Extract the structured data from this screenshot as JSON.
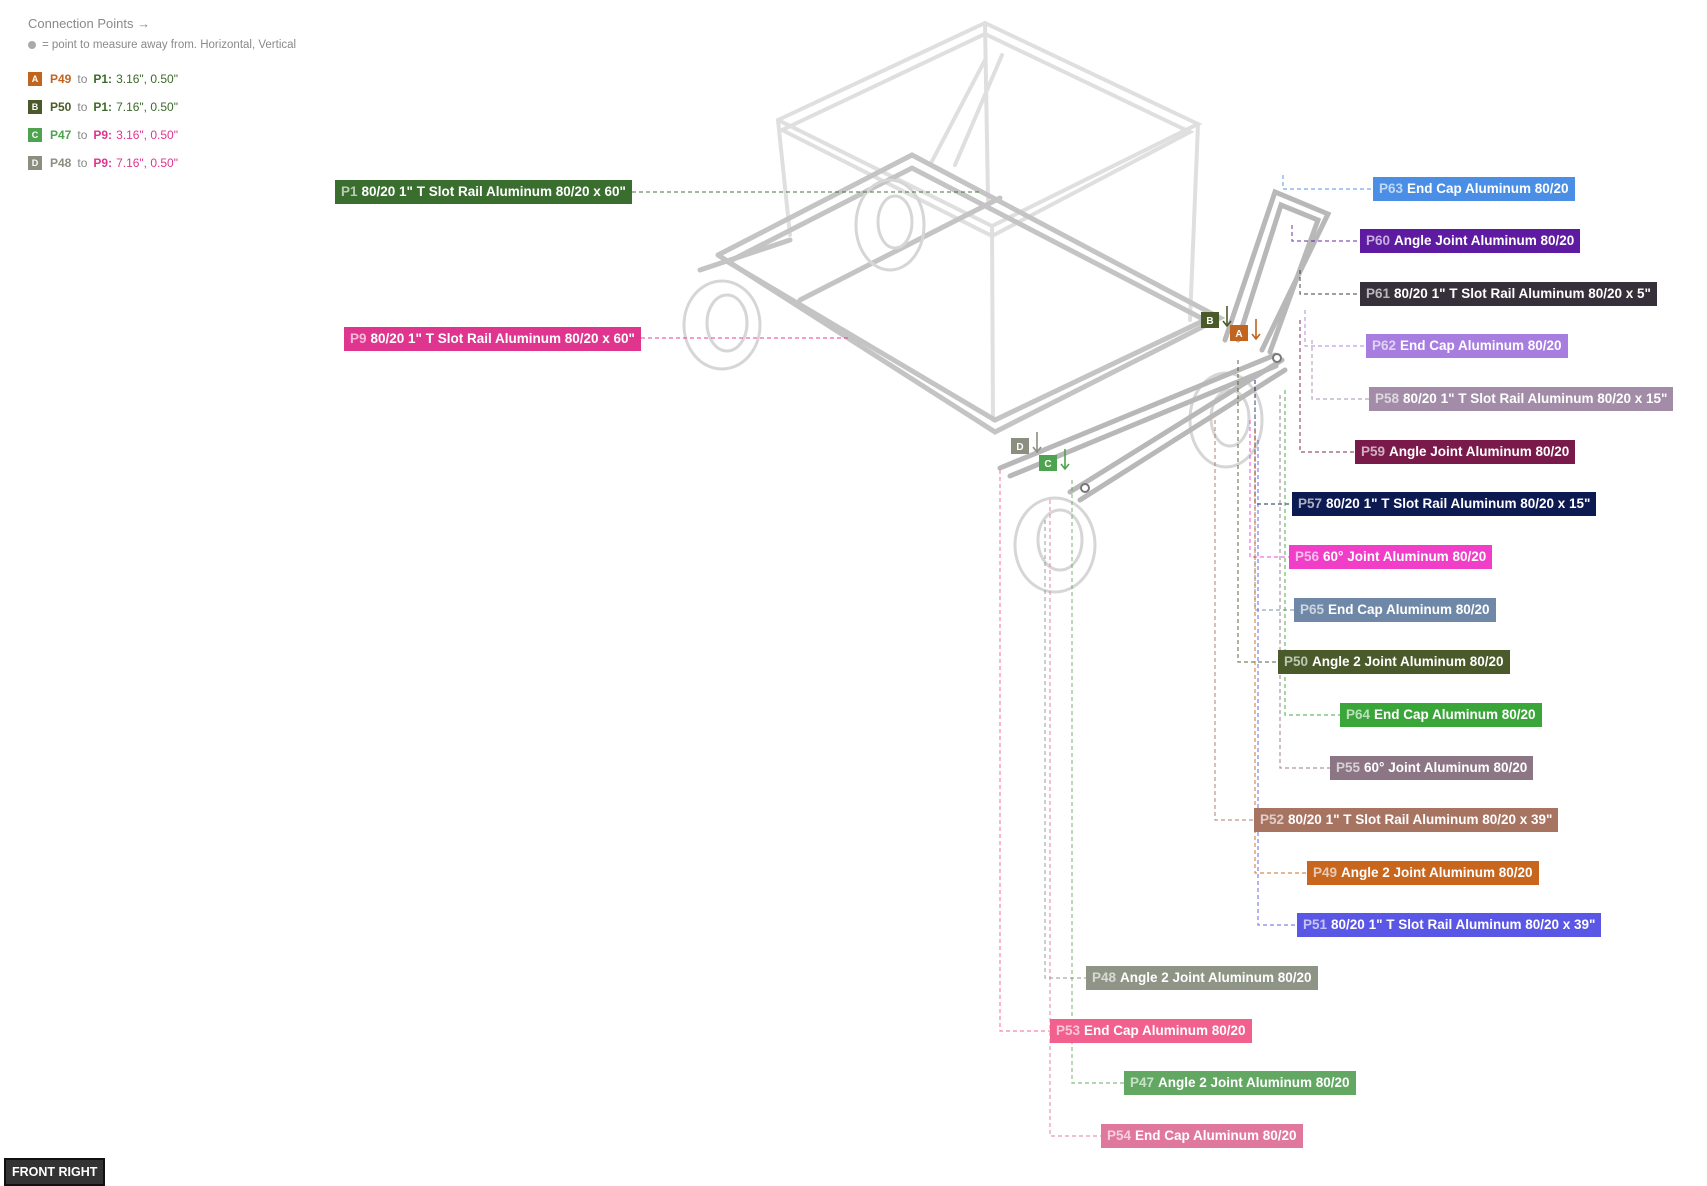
{
  "legend": {
    "title": "Connection Points →",
    "note": "= point to measure away from. Horizontal, Vertical",
    "rows": [
      {
        "badge": "A",
        "color": "#c0641e",
        "from": "P49",
        "to_word": "to",
        "target": "P1:",
        "target_color": "#3c6a2a",
        "value": "3.16\", 0.50\""
      },
      {
        "badge": "B",
        "color": "#4a5a2a",
        "from": "P50",
        "to_word": "to",
        "target": "P1:",
        "target_color": "#3c6a2a",
        "value": "7.16\", 0.50\""
      },
      {
        "badge": "C",
        "color": "#4ea34e",
        "from": "P47",
        "to_word": "to",
        "target": "P9:",
        "target_color": "#e0358f",
        "value": "3.16\", 0.50\""
      },
      {
        "badge": "D",
        "color": "#8a8f80",
        "from": "P48",
        "to_word": "to",
        "target": "P9:",
        "target_color": "#e0358f",
        "value": "7.16\", 0.50\""
      }
    ]
  },
  "parts": [
    {
      "id": "P1",
      "name": "80/20 1\" T Slot Rail Aluminum 80/20 x 60\"",
      "color": "#3a6e2f"
    },
    {
      "id": "P9",
      "name": "80/20 1\" T Slot Rail Aluminum 80/20 x 60\"",
      "color": "#e0358f"
    },
    {
      "id": "P63",
      "name": "End Cap Aluminum 80/20",
      "color": "#4a8ee6"
    },
    {
      "id": "P60",
      "name": "Angle Joint Aluminum 80/20",
      "color": "#5e1aa0"
    },
    {
      "id": "P61",
      "name": "80/20 1\" T Slot Rail Aluminum 80/20 x 5\"",
      "color": "#35303a"
    },
    {
      "id": "P62",
      "name": "End Cap Aluminum 80/20",
      "color": "#a77ee0"
    },
    {
      "id": "P58",
      "name": "80/20 1\" T Slot Rail Aluminum 80/20 x 15\"",
      "color": "#a28ca8"
    },
    {
      "id": "P59",
      "name": "Angle Joint Aluminum 80/20",
      "color": "#7a1a4a"
    },
    {
      "id": "P57",
      "name": "80/20 1\" T Slot Rail Aluminum 80/20 x 15\"",
      "color": "#0d1a52"
    },
    {
      "id": "P56",
      "name": "60° Joint Aluminum 80/20",
      "color": "#f03ec8"
    },
    {
      "id": "P65",
      "name": "End Cap Aluminum 80/20",
      "color": "#7088a8"
    },
    {
      "id": "P50",
      "name": "Angle 2 Joint Aluminum 80/20",
      "color": "#4a5a2a"
    },
    {
      "id": "P64",
      "name": "End Cap Aluminum 80/20",
      "color": "#3aa63a"
    },
    {
      "id": "P55",
      "name": "60° Joint Aluminum 80/20",
      "color": "#8c7686"
    },
    {
      "id": "P52",
      "name": "80/20 1\" T Slot Rail Aluminum 80/20 x 39\"",
      "color": "#a87462"
    },
    {
      "id": "P49",
      "name": "Angle 2 Joint Aluminum 80/20",
      "color": "#c8661e"
    },
    {
      "id": "P51",
      "name": "80/20 1\" T Slot Rail Aluminum 80/20 x 39\"",
      "color": "#5a56e6"
    },
    {
      "id": "P48",
      "name": "Angle 2 Joint Aluminum 80/20",
      "color": "#8e9486"
    },
    {
      "id": "P53",
      "name": "End Cap Aluminum 80/20",
      "color": "#f2608e"
    },
    {
      "id": "P47",
      "name": "Angle 2 Joint Aluminum 80/20",
      "color": "#62a862"
    },
    {
      "id": "P54",
      "name": "End Cap Aluminum 80/20",
      "color": "#e0789e"
    }
  ],
  "markers": [
    {
      "letter": "A",
      "color": "#c0641e"
    },
    {
      "letter": "B",
      "color": "#4a5a2a"
    },
    {
      "letter": "C",
      "color": "#4ea34e"
    },
    {
      "letter": "D",
      "color": "#8a8f80"
    }
  ],
  "view_label": "FRONT RIGHT"
}
